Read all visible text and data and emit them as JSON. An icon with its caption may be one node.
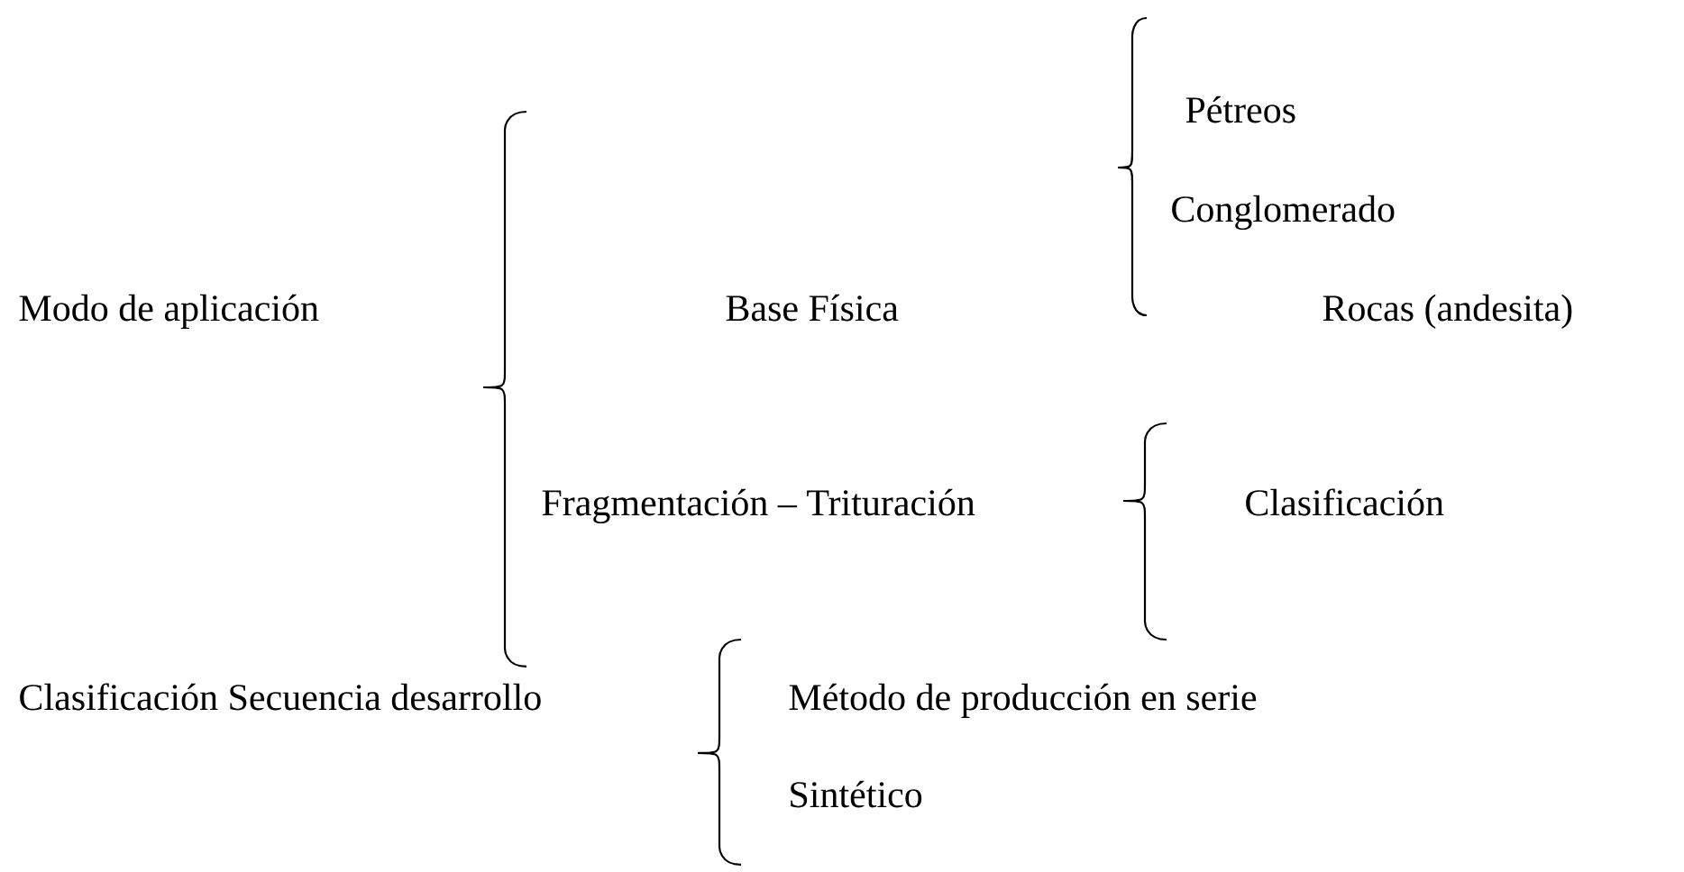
{
  "diagram": {
    "labels": [
      "Pétreos",
      "Conglomerado",
      "Modo de aplicación",
      "Base Física",
      "Rocas (andesita)",
      "Fragmentación – Trituración",
      "Clasificación",
      "Clasificación Secuencia desarrollo",
      "Método de producción en serie",
      "Sintético"
    ]
  }
}
